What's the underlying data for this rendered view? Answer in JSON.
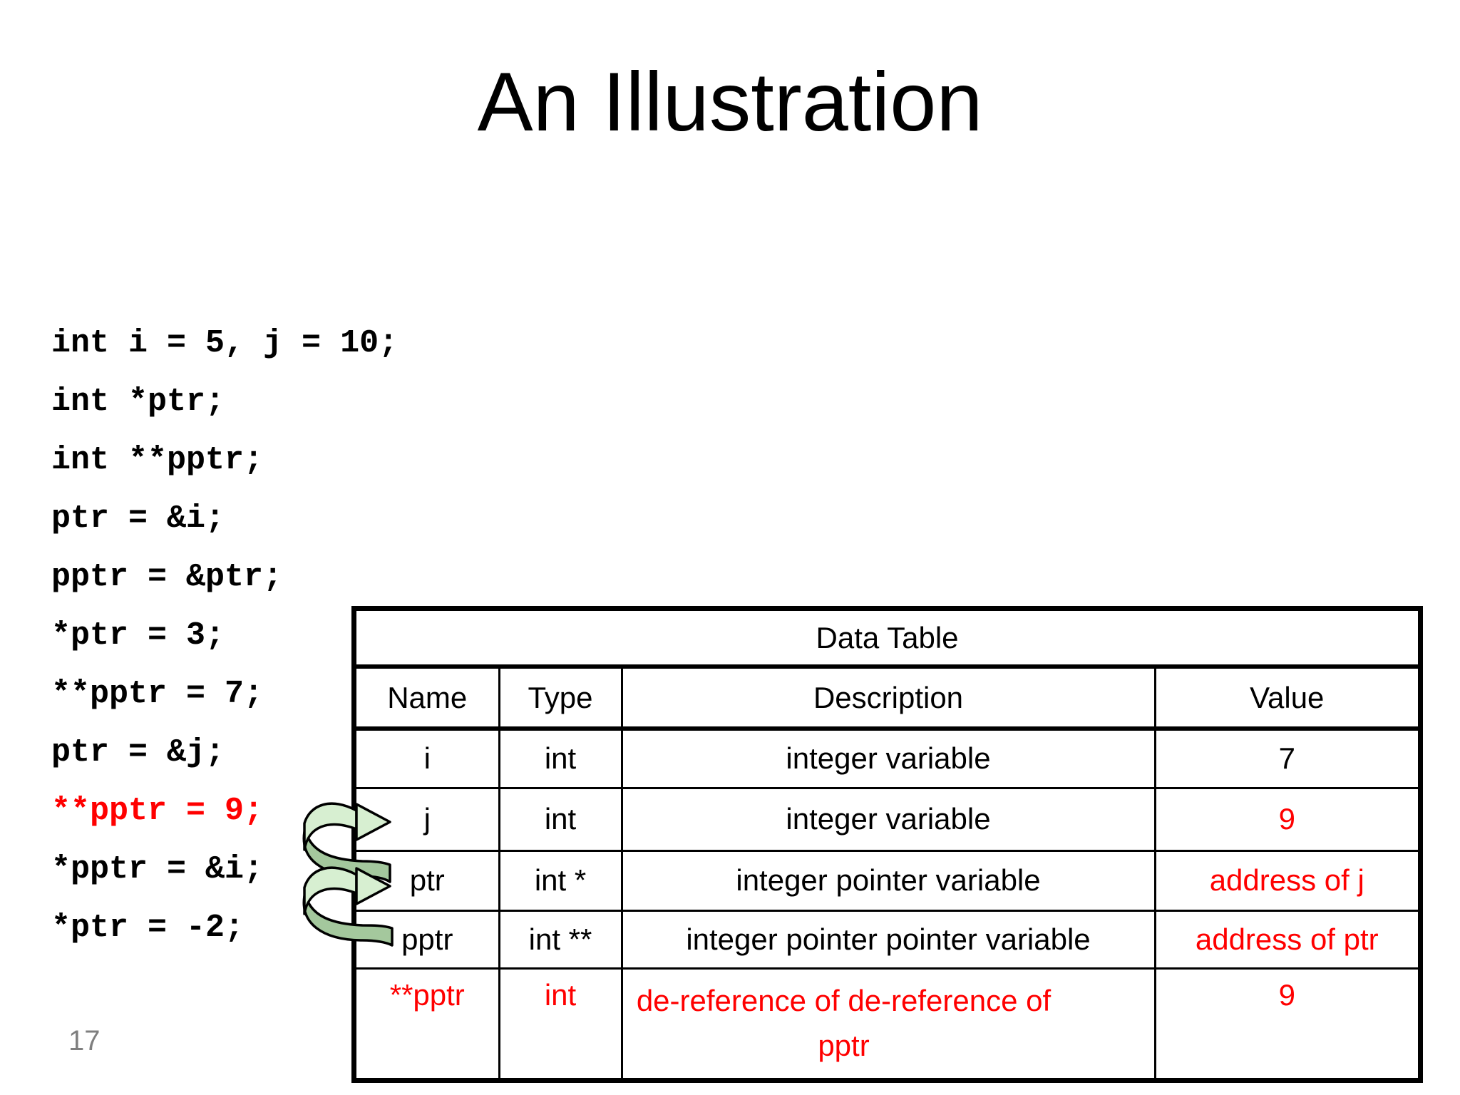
{
  "slide": {
    "title": "An Illustration",
    "page_number": "17"
  },
  "code": {
    "lines": [
      {
        "text": "int i = 5, j = 10;",
        "color": "#000000"
      },
      {
        "text": "int *ptr;",
        "color": "#000000"
      },
      {
        "text": "int **pptr;",
        "color": "#000000"
      },
      {
        "text": "ptr = &i;",
        "color": "#000000"
      },
      {
        "text": "pptr = &ptr;",
        "color": "#000000"
      },
      {
        "text": "*ptr = 3;",
        "color": "#000000"
      },
      {
        "text": "**pptr = 7;",
        "color": "#000000"
      },
      {
        "text": "ptr = &j;",
        "color": "#000000"
      },
      {
        "text": "**pptr = 9;",
        "color": "#ff0000"
      },
      {
        "text": "*pptr = &i;",
        "color": "#000000"
      },
      {
        "text": "*ptr = -2;",
        "color": "#000000"
      }
    ]
  },
  "data_table": {
    "title": "Data Table",
    "columns": [
      "Name",
      "Type",
      "Description",
      "Value"
    ],
    "rows": [
      {
        "name": "i",
        "type": "int",
        "description": "integer variable",
        "value": "7",
        "name_color": "#000000",
        "type_color": "#000000",
        "description_color": "#000000",
        "value_color": "#000000"
      },
      {
        "name": "j",
        "type": "int",
        "description": "integer variable",
        "value": "9",
        "name_color": "#000000",
        "type_color": "#000000",
        "description_color": "#000000",
        "value_color": "#ff0000"
      },
      {
        "name": "ptr",
        "type": "int *",
        "description": "integer pointer variable",
        "value": "address of j",
        "name_color": "#000000",
        "type_color": "#000000",
        "description_color": "#000000",
        "value_color": "#ff0000"
      },
      {
        "name": "pptr",
        "type": "int **",
        "description": "integer pointer pointer variable",
        "value": "address of ptr",
        "name_color": "#000000",
        "type_color": "#000000",
        "description_color": "#000000",
        "value_color": "#ff0000"
      },
      {
        "name": "**pptr",
        "type": "int",
        "description": "de-reference of de-reference of pptr",
        "value": "9",
        "name_color": "#ff0000",
        "type_color": "#ff0000",
        "description_color": "#ff0000",
        "value_color": "#ff0000"
      }
    ]
  },
  "arrows": {
    "points_to_rows": [
      "j",
      "ptr",
      "pptr"
    ]
  },
  "colors": {
    "text": "#000000",
    "highlight_red": "#ff0000",
    "page_number_gray": "#7f7f7f",
    "arrow_light_green": "#d7efd1",
    "arrow_dark_green": "#a4c89d",
    "table_border": "#000000",
    "background": "#ffffff"
  }
}
